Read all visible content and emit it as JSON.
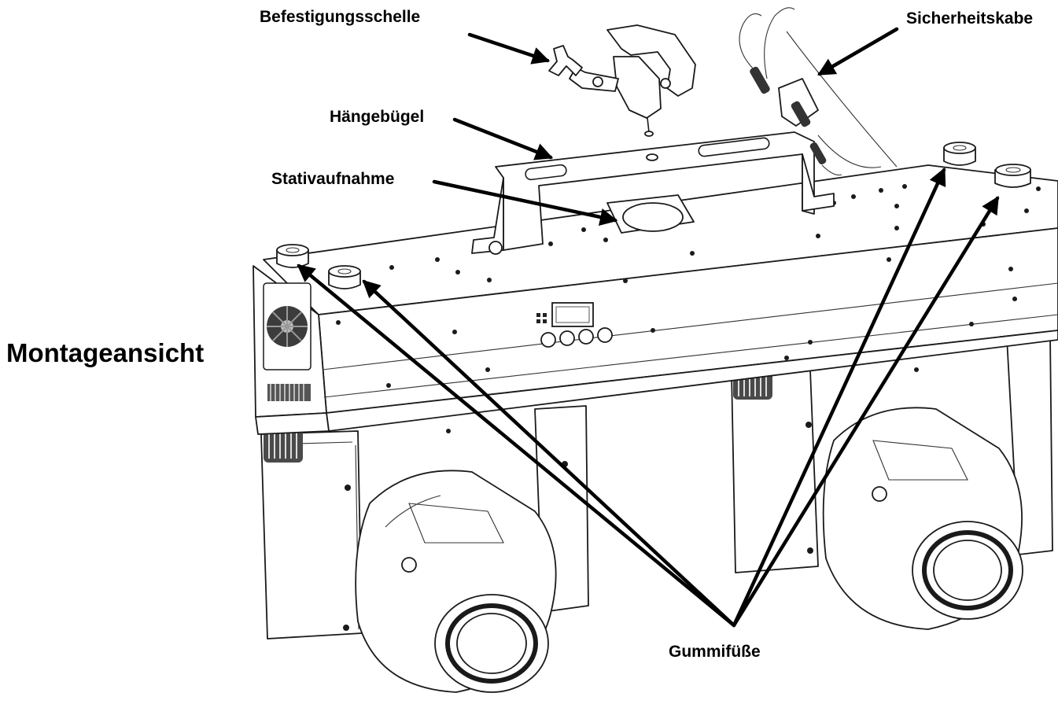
{
  "labels": {
    "befestigungsschelle": "Befestigungsschelle",
    "sicherheitskabel": "Sicherheitskabe",
    "haengebuegel": "Hängebügel",
    "stativaufnahme": "Stativaufnahme",
    "montageansicht": "Montageansicht",
    "gummifuesse": "Gummifüße"
  },
  "colors": {
    "line": "#1a1a1a",
    "background": "#ffffff"
  }
}
